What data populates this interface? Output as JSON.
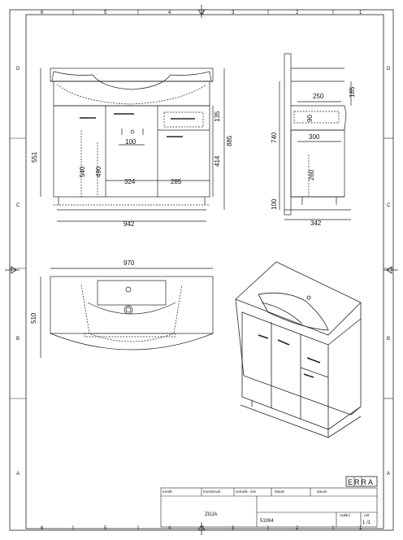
{
  "border": {
    "top_numbers": [
      "6",
      "5",
      "4",
      "3",
      "2",
      "1"
    ],
    "bottom_numbers": [
      "6",
      "5",
      "4",
      "3",
      "2",
      "1"
    ],
    "left_letters": [
      "D",
      "C",
      "B",
      "A"
    ],
    "right_letters": [
      "D",
      "C",
      "B",
      "A"
    ]
  },
  "front_view": {
    "dims": {
      "total_height": "885",
      "body_height": "551",
      "door_height": "540",
      "inner_height": "490",
      "drawer_height": "135",
      "drawer_lower": "414",
      "width_324": "324",
      "width_285": "285",
      "hole_100": "100",
      "total_width": "942"
    }
  },
  "side_view": {
    "dims": {
      "d250": "250",
      "d185": "185",
      "d90": "90",
      "d740": "740",
      "d300": "300",
      "d260": "260",
      "d100": "100",
      "d342": "342"
    }
  },
  "top_view": {
    "dims": {
      "width_970": "970",
      "depth_510": "510"
    }
  },
  "logo": {
    "text": "ERRA"
  },
  "title_block": {
    "headers": [
      "Kreslil",
      "Kontroloval",
      "Schválil - dne",
      "Datum",
      "Datum"
    ],
    "name": "ZOJA",
    "code": "51094",
    "sheet_label": "Vydání",
    "list_label": "List",
    "list_value": "1 /1"
  }
}
